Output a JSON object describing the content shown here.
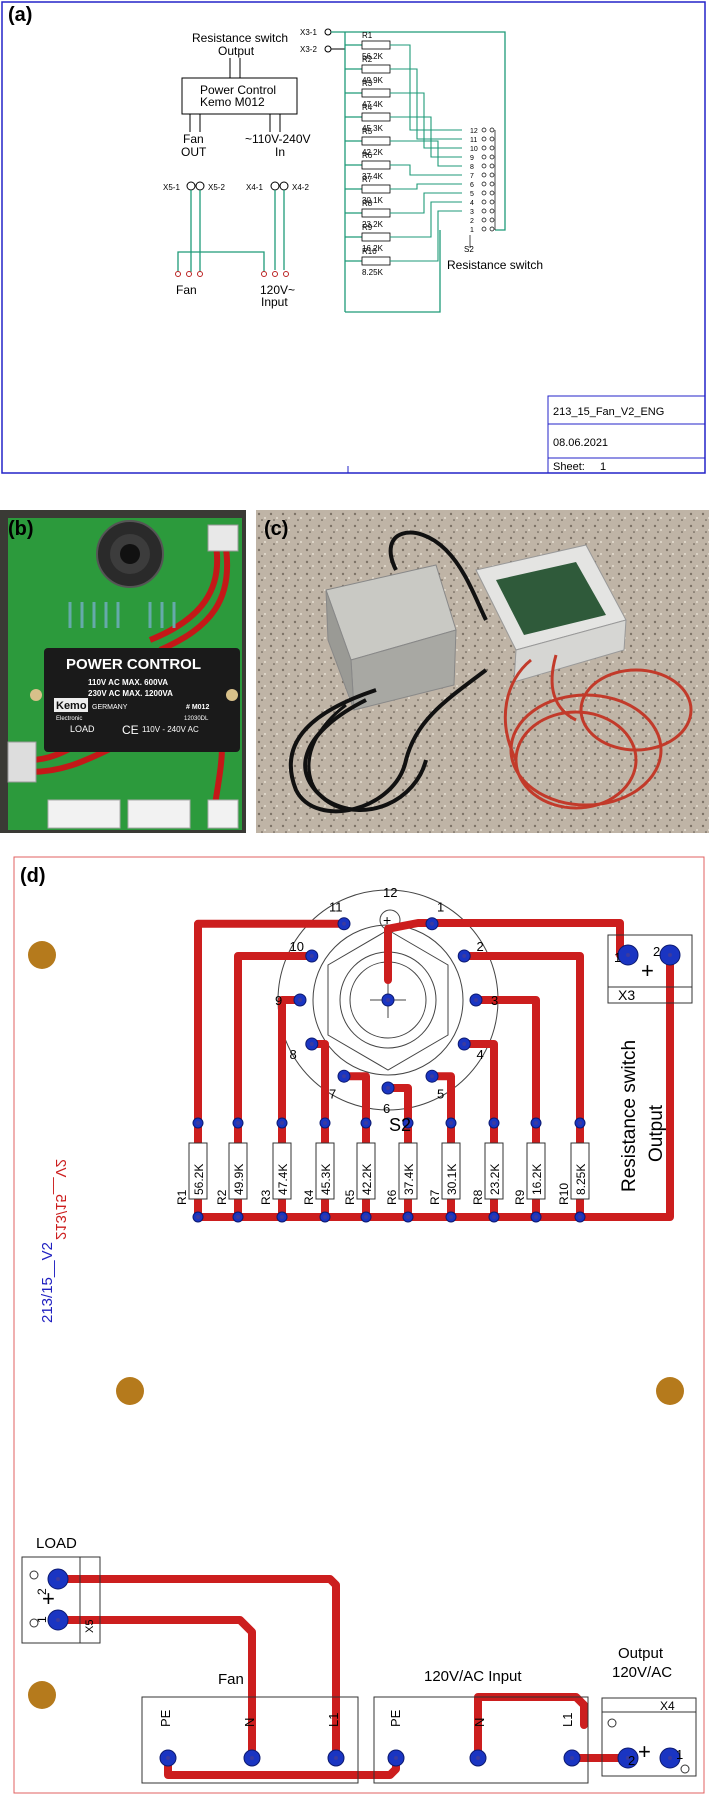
{
  "panels": {
    "a": {
      "label": "(a)",
      "output_label_1": "Resistance switch",
      "output_label_2": "Output",
      "power_control_1": "Power Control",
      "power_control_2": "Kemo M012",
      "fan_out_1": "Fan",
      "fan_out_2": "OUT",
      "mains_in_1": "~110V-240V",
      "mains_in_2": "In",
      "x3_1": "X3-1",
      "x3_2": "X3-2",
      "x5_1": "X5-1",
      "x5_2": "X5-2",
      "x4_1": "X4-1",
      "x4_2": "X4-2",
      "fan_label": "Fan",
      "input_label_1": "120V~",
      "input_label_2": "Input",
      "s2_label": "S2",
      "switch_label": "Resistance switch",
      "resistors": [
        {
          "name": "R1",
          "value": "56.2K"
        },
        {
          "name": "R2",
          "value": "49.9K"
        },
        {
          "name": "R3",
          "value": "47.4K"
        },
        {
          "name": "R4",
          "value": "45.3K"
        },
        {
          "name": "R5",
          "value": "42.2K"
        },
        {
          "name": "R6",
          "value": "37.4K"
        },
        {
          "name": "R7",
          "value": "30.1K"
        },
        {
          "name": "R8",
          "value": "23.2K"
        },
        {
          "name": "R9",
          "value": "16.2K"
        },
        {
          "name": "R10",
          "value": "8.25K"
        }
      ],
      "switch_positions": [
        "12",
        "11",
        "10",
        "9",
        "8",
        "7",
        "6",
        "5",
        "4",
        "3",
        "2",
        "1"
      ],
      "title_block": {
        "name": "213_15_Fan_V2_ENG",
        "date": "08.06.2021",
        "sheet_label": "Sheet:",
        "sheet_number": "1"
      }
    },
    "b": {
      "label": "(b)",
      "module_title": "POWER CONTROL",
      "spec_1": "110V AC  MAX.  600VA",
      "spec_2": "230V AC  MAX. 1200VA",
      "brand": "Kemo",
      "brand_sub": "Electronic",
      "country": "GERMANY",
      "model": "# M012",
      "serial": "12030DL",
      "load": "LOAD",
      "ce": "CE",
      "range": "110V - 240V AC"
    },
    "c": {
      "label": "(c)"
    },
    "d": {
      "label": "(d)",
      "switch_positions": [
        "12",
        "11",
        "10",
        "9",
        "8",
        "7",
        "6",
        "5",
        "4",
        "3",
        "2",
        "1"
      ],
      "s2": "S2",
      "resistor_names": [
        "R1",
        "R2",
        "R3",
        "R4",
        "R5",
        "R6",
        "R7",
        "R8",
        "R9",
        "R10"
      ],
      "resistor_values": [
        "56.2K",
        "49.9K",
        "47.4K",
        "45.3K",
        "42.2K",
        "37.4K",
        "30.1K",
        "23.2K",
        "16.2K",
        "8.25K"
      ],
      "x3": "X3",
      "x3_pin1": "1",
      "x3_pin2": "2",
      "output_vert_1": "Resistance switch",
      "output_vert_2": "Output",
      "version_blue": "213/15__V2",
      "version_red": "213/15__V2",
      "load": "LOAD",
      "x5": "X5",
      "x5_pin1": "1",
      "x5_pin2": "2",
      "fan": "Fan",
      "input": "120V/AC Input",
      "output_1": "Output",
      "output_2": "120V/AC",
      "pe": "PE",
      "n": "N",
      "l1": "L1",
      "x4": "X4",
      "x4_pin1": "1",
      "x4_pin2": "2"
    }
  },
  "colors": {
    "frame_blue": "#2323c8",
    "wire_green": "#1e9a78",
    "trace_red": "#cc1e1e",
    "pad_blue": "#1a35c2",
    "mount_hole": "#b57a1c",
    "pcb_green": "#2c9a3c",
    "module_black": "#1a1a1a",
    "version_blue": "#2020c0"
  }
}
